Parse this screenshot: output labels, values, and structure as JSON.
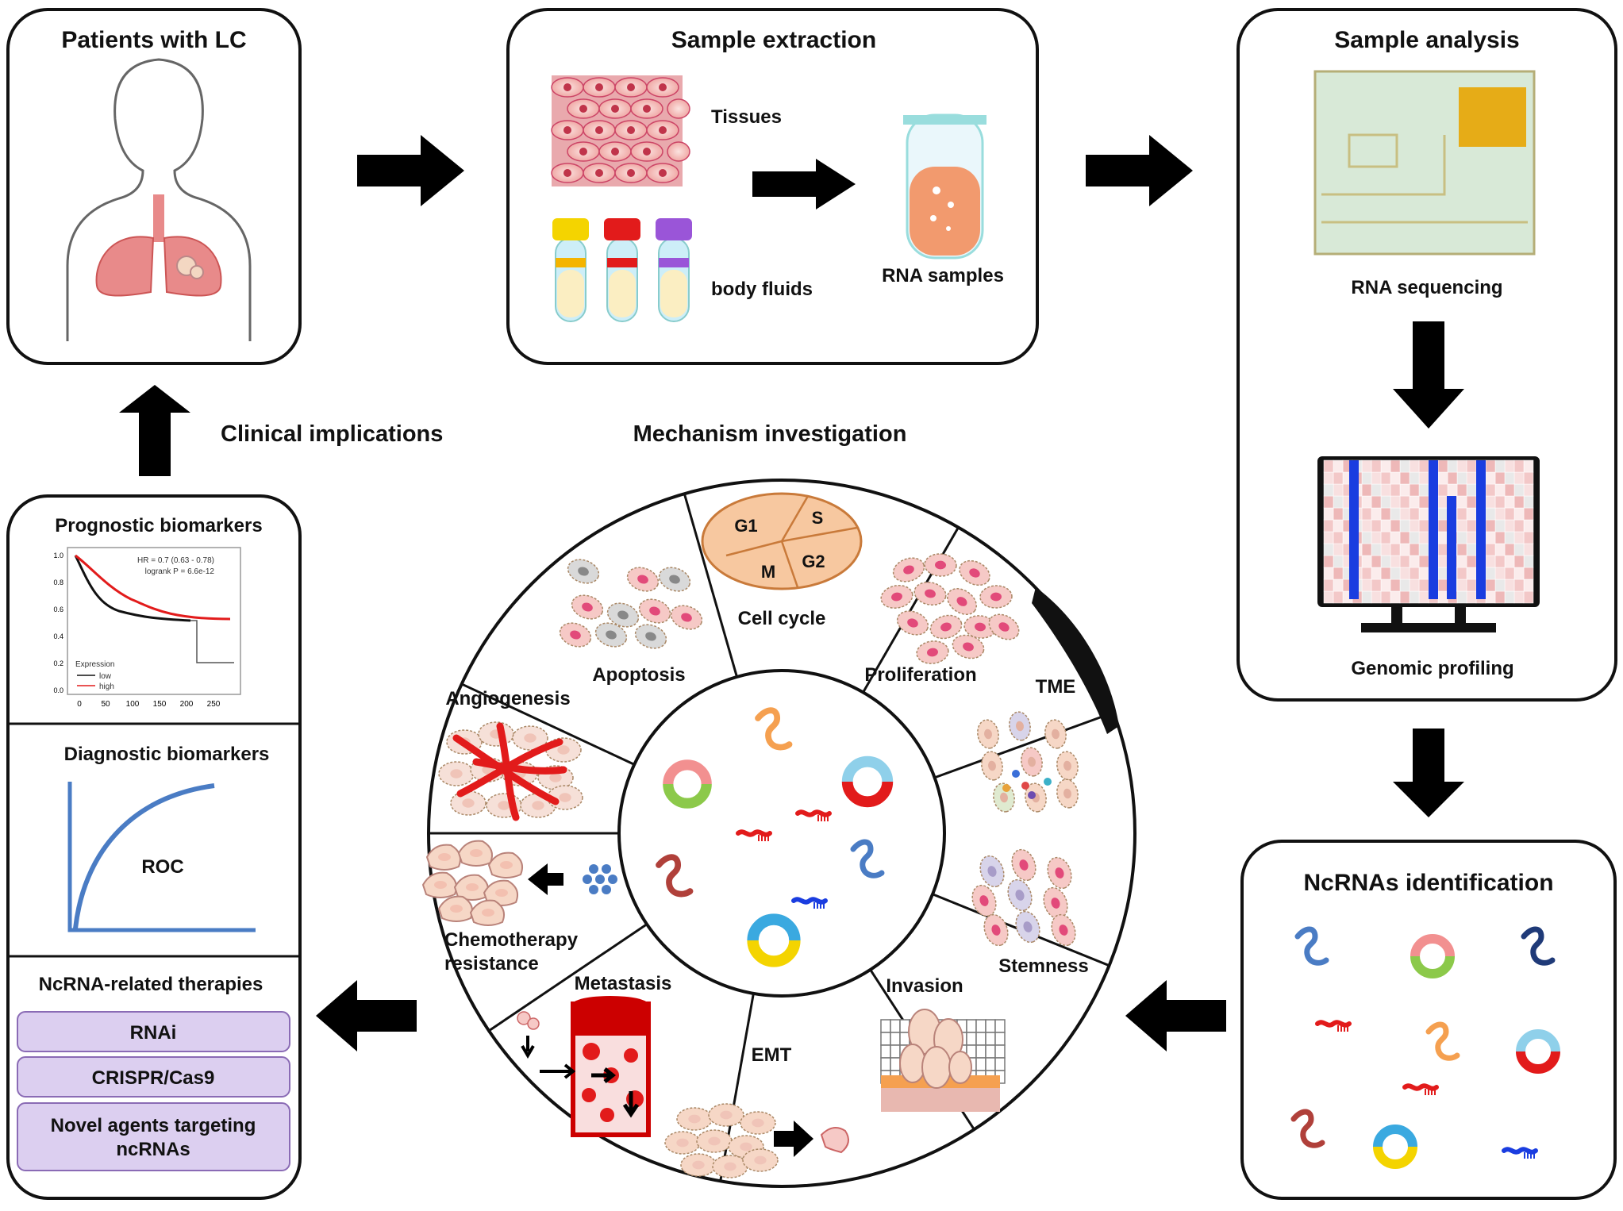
{
  "panels": {
    "patients": {
      "title": "Patients with LC"
    },
    "extraction": {
      "title": "Sample extraction",
      "tissues_label": "Tissues",
      "fluids_label": "body fluids",
      "rna_label": "RNA samples"
    },
    "analysis": {
      "title": "Sample analysis",
      "sequencing_label": "RNA sequencing",
      "profiling_label": "Genomic profiling"
    },
    "identification": {
      "title": "NcRNAs identification"
    }
  },
  "labels": {
    "clinical": "Clinical implications",
    "mechanism": "Mechanism investigation"
  },
  "clinical_box": {
    "prognostic": {
      "title": "Prognostic biomarkers",
      "hr_text": "HR = 0.7 (0.63 - 0.78)",
      "logrank_text": "logrank P = 6.6e-12",
      "legend_title": "Expression",
      "legend_low": "low",
      "legend_high": "high",
      "y_ticks": [
        "1.0",
        "0.8",
        "0.6",
        "0.4",
        "0.2",
        "0.0"
      ],
      "x_ticks": [
        "0",
        "50",
        "100",
        "150",
        "200",
        "250"
      ]
    },
    "diagnostic": {
      "title": "Diagnostic biomarkers",
      "roc_label": "ROC"
    },
    "therapies": {
      "title": "NcRNA-related therapies",
      "buttons": [
        "RNAi",
        "CRISPR/Cas9",
        "Novel agents targeting",
        "ncRNAs"
      ]
    }
  },
  "wheel": {
    "segments": {
      "cell_cycle": "Cell cycle",
      "apoptosis": "Apoptosis",
      "proliferation": "Proliferation",
      "tme": "TME",
      "angiogenesis": "Angiogenesis",
      "stemness": "Stemness",
      "chemo_line1": "Chemotherapy",
      "chemo_line2": "resistance",
      "invasion": "Invasion",
      "metastasis": "Metastasis",
      "emt": "EMT"
    },
    "cycle_phases": [
      "G1",
      "S",
      "G2",
      "M"
    ]
  },
  "colors": {
    "lung": "#e88a8a",
    "cell_pink": "#f6c9c6",
    "vessel_red": "#e21b1b",
    "heatmap_blue": "#1a3de0",
    "roc_blue": "#4a7cc4",
    "therapy_purple": "#dccff0",
    "cycle_orange": "#f7c8a0"
  }
}
